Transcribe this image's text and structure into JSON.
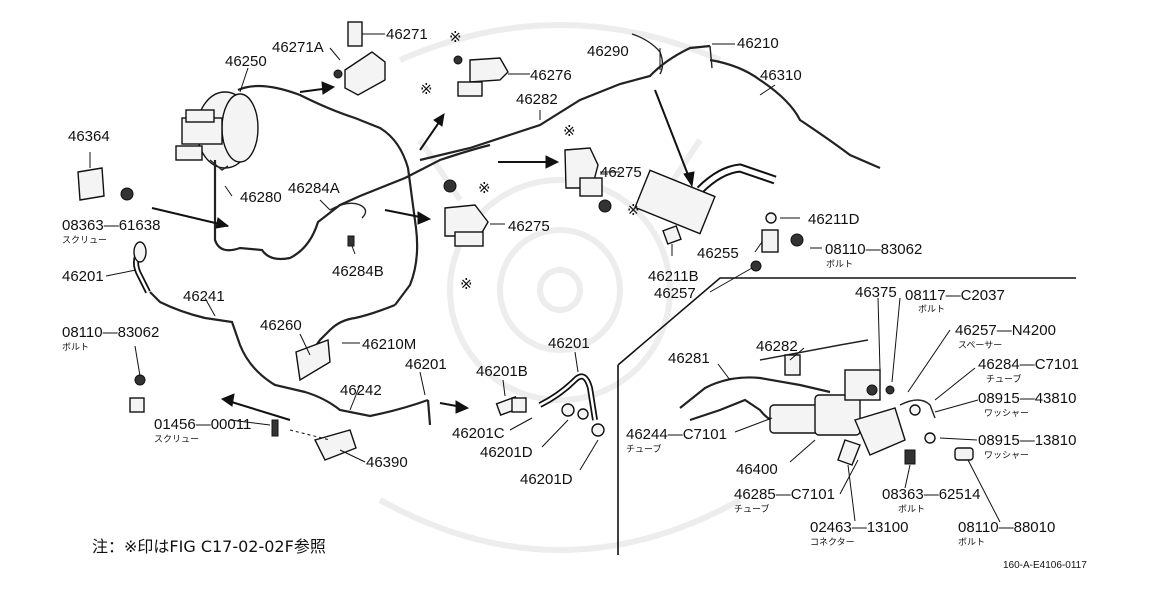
{
  "labels": [
    {
      "id": "p46271",
      "text": "46271"
    },
    {
      "id": "p46271A",
      "text": "46271A"
    },
    {
      "id": "p46250",
      "text": "46250"
    },
    {
      "id": "p46276",
      "text": "46276"
    },
    {
      "id": "p46282a",
      "text": "46282"
    },
    {
      "id": "p46290",
      "text": "46290"
    },
    {
      "id": "p46210",
      "text": "46210"
    },
    {
      "id": "p46310",
      "text": "46310"
    },
    {
      "id": "p46364",
      "text": "46364"
    },
    {
      "id": "p46280",
      "text": "46280"
    },
    {
      "id": "p46284A",
      "text": "46284A"
    },
    {
      "id": "p08363_61638",
      "text": "08363—61638"
    },
    {
      "id": "p46275a",
      "text": "46275"
    },
    {
      "id": "p46275b",
      "text": "46275"
    },
    {
      "id": "p46284B",
      "text": "46284B"
    },
    {
      "id": "p46211D",
      "text": "46211D"
    },
    {
      "id": "p46255",
      "text": "46255"
    },
    {
      "id": "p08110_83062a",
      "text": "08110—83062"
    },
    {
      "id": "p46211B",
      "text": "46211B"
    },
    {
      "id": "p46257",
      "text": "46257"
    },
    {
      "id": "p46201a",
      "text": "46201"
    },
    {
      "id": "p46241",
      "text": "46241"
    },
    {
      "id": "p08110_83062b",
      "text": "08110—83062"
    },
    {
      "id": "p46260",
      "text": "46260"
    },
    {
      "id": "p46210M",
      "text": "46210M"
    },
    {
      "id": "p46201b",
      "text": "46201"
    },
    {
      "id": "p46201c",
      "text": "46201"
    },
    {
      "id": "p46242",
      "text": "46242"
    },
    {
      "id": "p46201B",
      "text": "46201B"
    },
    {
      "id": "p01456_00011",
      "text": "01456—00011"
    },
    {
      "id": "p46201C",
      "text": "46201C"
    },
    {
      "id": "p46201D",
      "text": "46201D"
    },
    {
      "id": "p46201D2",
      "text": "46201D"
    },
    {
      "id": "p46390",
      "text": "46390"
    },
    {
      "id": "p46375",
      "text": "46375"
    },
    {
      "id": "p08117_C2037",
      "text": "08117—C2037"
    },
    {
      "id": "p46282b",
      "text": "46282"
    },
    {
      "id": "p46281",
      "text": "46281"
    },
    {
      "id": "p46257_N4200",
      "text": "46257—N4200"
    },
    {
      "id": "p46284_C7101",
      "text": "46284—C7101"
    },
    {
      "id": "p08915_43810",
      "text": "08915—43810"
    },
    {
      "id": "p46244_C7101",
      "text": "46244—C7101"
    },
    {
      "id": "p08915_13810",
      "text": "08915—13810"
    },
    {
      "id": "p46400",
      "text": "46400"
    },
    {
      "id": "p46285_C7101",
      "text": "46285—C7101"
    },
    {
      "id": "p08363_62514",
      "text": "08363—62514"
    },
    {
      "id": "p02463_13100",
      "text": "02463—13100"
    },
    {
      "id": "p08110_88010",
      "text": "08110—88010"
    }
  ],
  "jp_labels": [
    {
      "id": "j_screw1",
      "text": "スクリュー"
    },
    {
      "id": "j_bolt1",
      "text": "ボルト"
    },
    {
      "id": "j_bolt2",
      "text": "ボルト"
    },
    {
      "id": "j_screw2",
      "text": "スクリュー"
    },
    {
      "id": "j_bolt3",
      "text": "ボルト"
    },
    {
      "id": "j_spacer",
      "text": "スペーサー"
    },
    {
      "id": "j_tube1",
      "text": "チューブ"
    },
    {
      "id": "j_washer1",
      "text": "ワッシャー"
    },
    {
      "id": "j_tube2",
      "text": "チューブ"
    },
    {
      "id": "j_washer2",
      "text": "ワッシャー"
    },
    {
      "id": "j_tube3",
      "text": "チューブ"
    },
    {
      "id": "j_bolt4",
      "text": "ボルト"
    },
    {
      "id": "j_connector",
      "text": "コネクター"
    },
    {
      "id": "j_bolt5",
      "text": "ボルト"
    }
  ],
  "note": "注：※印はFIG  C17-02-02F参照",
  "figure_code": "160-A-E4106-0117",
  "asterisk": "※"
}
